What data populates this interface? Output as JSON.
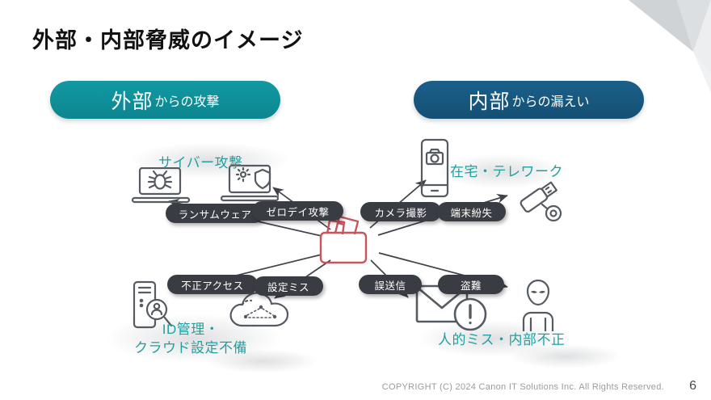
{
  "slide": {
    "title": "外部・内部脅威のイメージ",
    "copyright": "COPYRIGHT (C) 2024 Canon IT Solutions Inc. All Rights Reserved.",
    "page_number": "6"
  },
  "headers": {
    "external": {
      "emphasis": "外部",
      "rest": "からの攻撃",
      "color": "#0e919b"
    },
    "internal": {
      "emphasis": "内部",
      "rest": "からの漏えい",
      "color": "#175a80"
    }
  },
  "categories": [
    {
      "id": "cyber-attack",
      "label": "サイバー攻撃"
    },
    {
      "id": "telework",
      "label": "在宅・テレワーク"
    },
    {
      "id": "id-cloud",
      "label": "ID管理・\nクラウド設定不備"
    },
    {
      "id": "human-error",
      "label": "人的ミス・内部不正"
    }
  ],
  "badges": [
    {
      "id": "ransomware",
      "label": "ランサムウェア"
    },
    {
      "id": "zeroday",
      "label": "ゼロデイ攻撃"
    },
    {
      "id": "camera",
      "label": "カメラ撮影"
    },
    {
      "id": "device-loss",
      "label": "端末紛失"
    },
    {
      "id": "unauthorized-access",
      "label": "不正アクセス"
    },
    {
      "id": "misconfiguration",
      "label": "設定ミス"
    },
    {
      "id": "missend",
      "label": "誤送信"
    },
    {
      "id": "theft",
      "label": "盗難"
    }
  ],
  "icons": [
    "laptop-bug-icon",
    "laptop-shield-icon",
    "smartphone-camera-icon",
    "usb-drive-icon",
    "server-search-icon",
    "cloud-network-icon",
    "envelope-alert-icon",
    "spy-person-icon",
    "red-folder-icon"
  ],
  "colors": {
    "teal_accent": "#0e919b",
    "navy_accent": "#175a80",
    "badge_dark": "#393d43",
    "label_teal": "#22a0a0",
    "folder_red": "#c9545c",
    "icon_gray": "#565b62",
    "arrow_gray": "#3f4349"
  }
}
